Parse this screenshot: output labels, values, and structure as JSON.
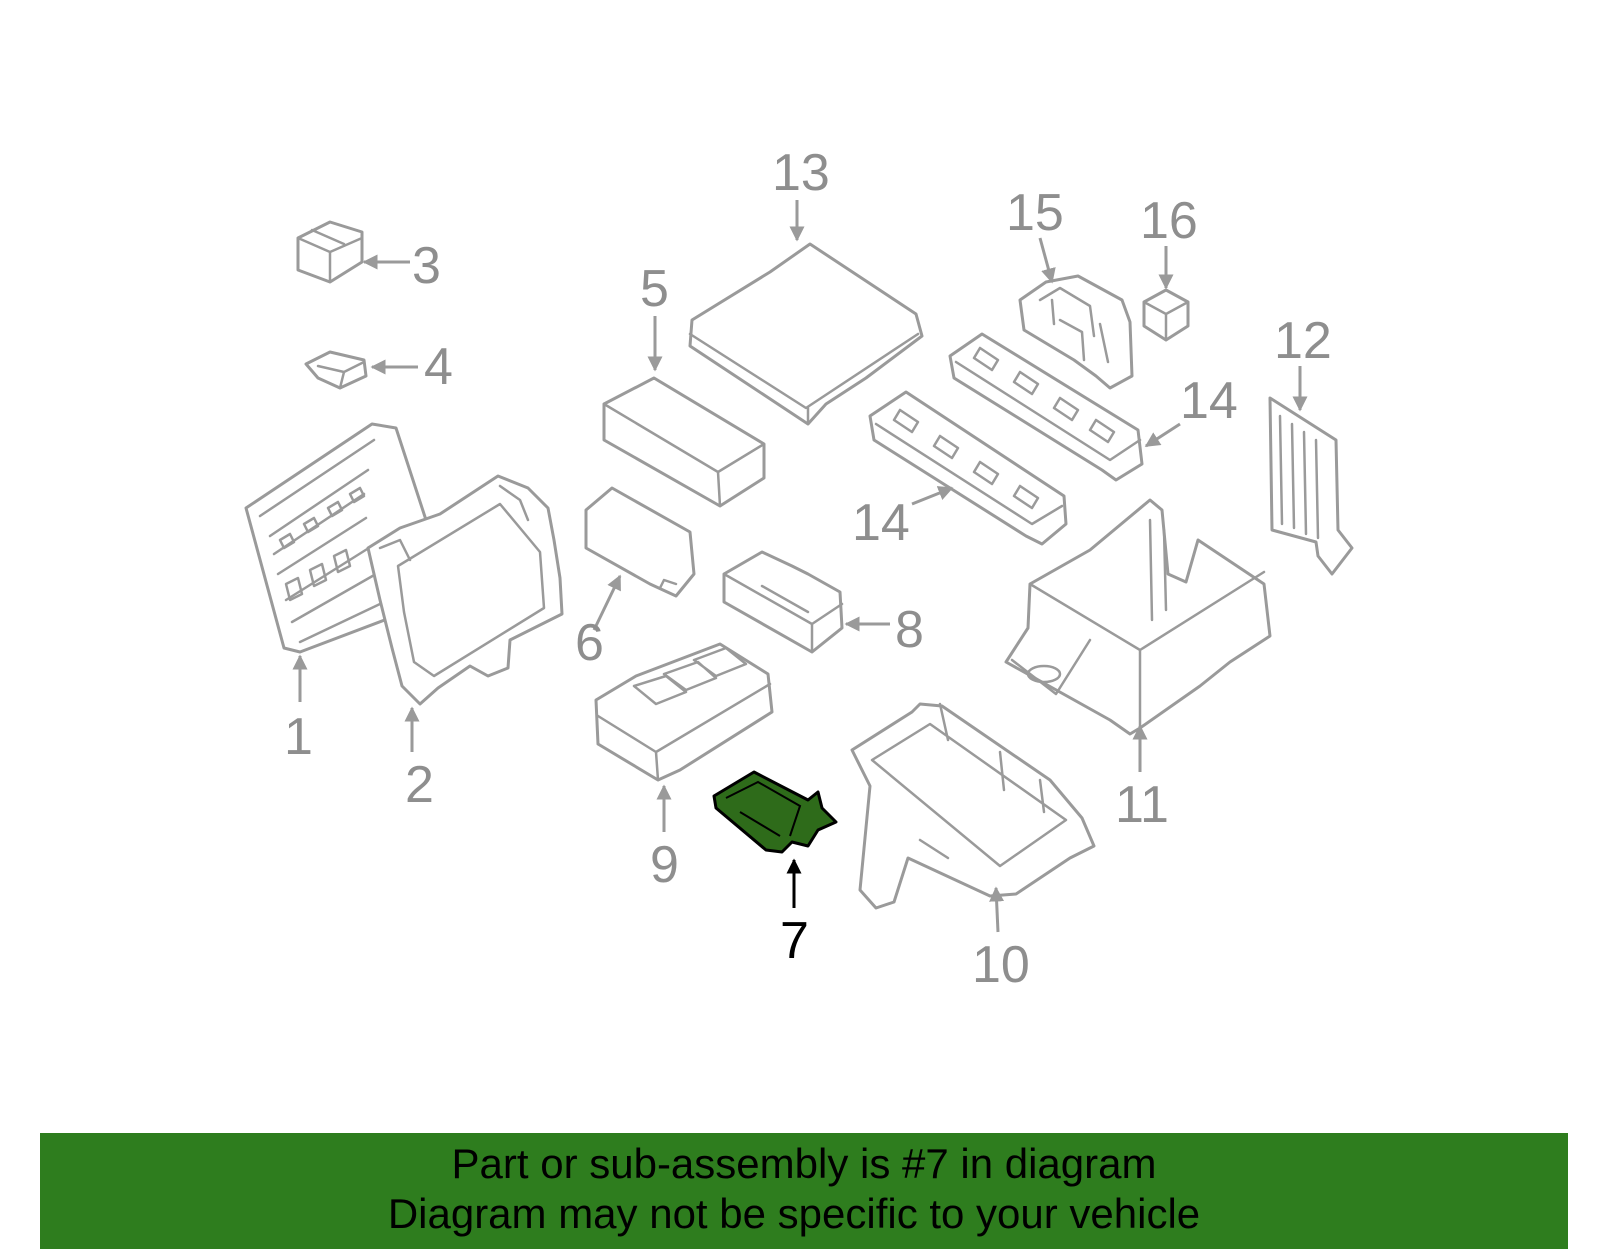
{
  "callouts": {
    "c1": "1",
    "c2": "2",
    "c3": "3",
    "c4": "4",
    "c5": "5",
    "c6": "6",
    "c7": "7",
    "c8": "8",
    "c9": "9",
    "c10": "10",
    "c11": "11",
    "c12": "12",
    "c13": "13",
    "c14a": "14",
    "c14b": "14",
    "c15": "15",
    "c16": "16"
  },
  "highlighted_part": "7",
  "colors": {
    "line": "#9a9a9a",
    "callout": "#8e8e8e",
    "highlight_fill": "#2e6b1a",
    "banner_bg": "#2e7d1e"
  },
  "banner": {
    "line1": "Part or sub-assembly is #7 in diagram",
    "line2": "Diagram may not be specific to your vehicle"
  }
}
